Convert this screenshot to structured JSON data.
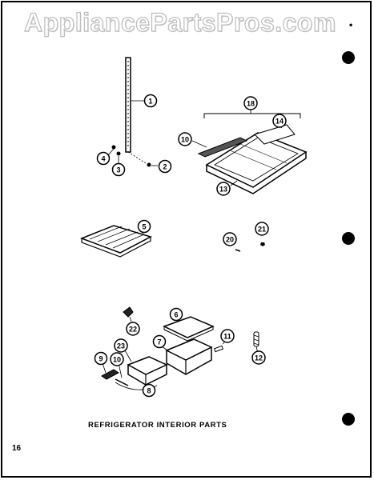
{
  "watermark": "AppliancePartsPros.com",
  "corner_mark": "•",
  "caption": "REFRIGERATOR INTERIOR PARTS",
  "page_number": "16",
  "callouts": {
    "c1": "1",
    "c2": "2",
    "c3": "3",
    "c4": "4",
    "c5": "5",
    "c6": "6",
    "c7": "7",
    "c8": "8",
    "c9": "9",
    "c10a": "10",
    "c10b": "10",
    "c11": "11",
    "c12": "12",
    "c13": "13",
    "c14": "14",
    "c18": "18",
    "c20": "20",
    "c21": "21",
    "c22": "22",
    "c23": "23"
  }
}
